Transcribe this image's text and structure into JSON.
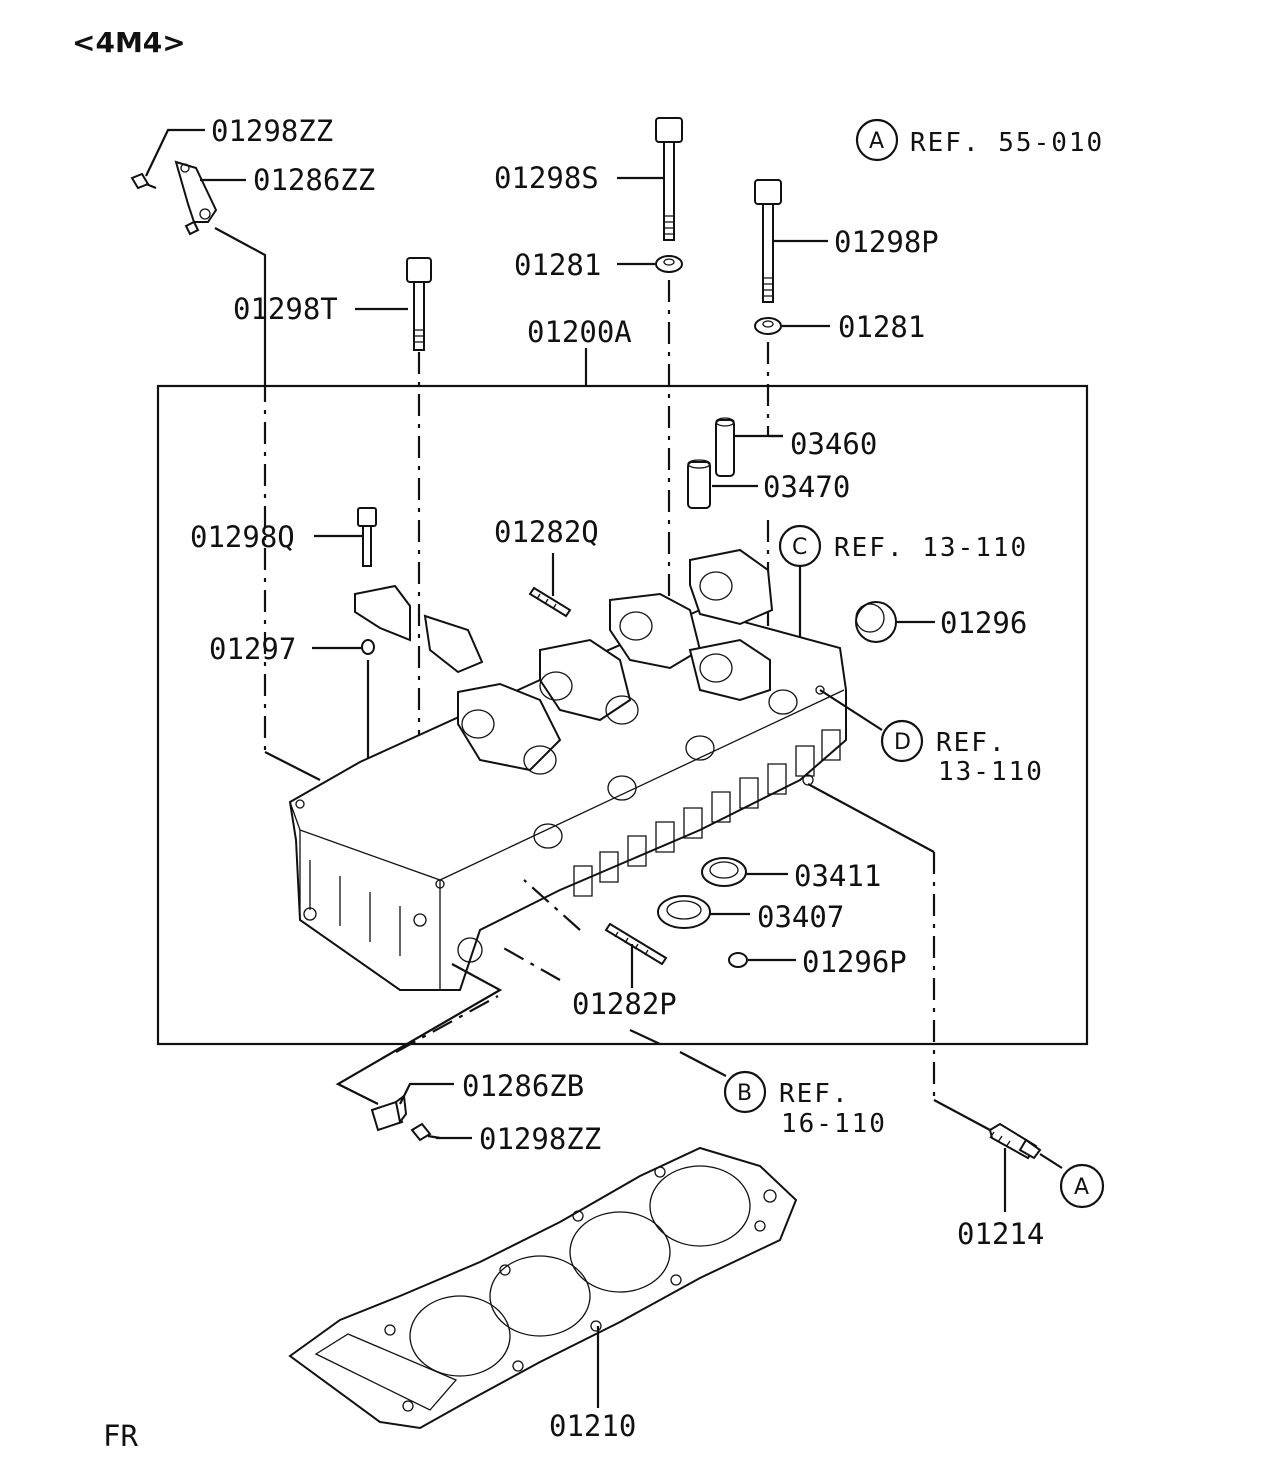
{
  "header": {
    "engine_code": "<4M4>"
  },
  "footer": {
    "direction": "FR"
  },
  "callouts": [
    {
      "id": "A",
      "ref": "REF. 55-010"
    },
    {
      "id": "C",
      "ref": "REF. 13-110"
    },
    {
      "id": "D",
      "ref_line1": "REF.",
      "ref_line2": "13-110"
    },
    {
      "id": "B",
      "ref_line1": "REF.",
      "ref_line2": "16-110"
    },
    {
      "id": "A"
    }
  ],
  "parts": {
    "p01298ZZ_top": "01298ZZ",
    "p01286ZZ": "01286ZZ",
    "p01298S": "01298S",
    "p01281_a": "01281",
    "p01298P": "01298P",
    "p01281_b": "01281",
    "p01298T": "01298T",
    "p01200A": "01200A",
    "p03460": "03460",
    "p03470": "03470",
    "p01298Q": "01298Q",
    "p01282Q": "01282Q",
    "p01296": "01296",
    "p01297": "01297",
    "p03411": "03411",
    "p03407": "03407",
    "p01296P": "01296P",
    "p01282P": "01282P",
    "p01286ZB": "01286ZB",
    "p01298ZZ_bot": "01298ZZ",
    "p01214": "01214",
    "p01210": "01210"
  }
}
